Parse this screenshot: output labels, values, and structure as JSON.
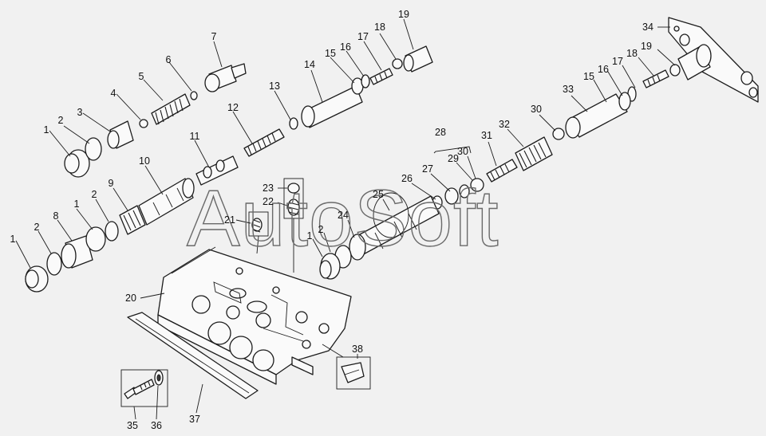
{
  "watermark": "AutoSoft",
  "part_numbers": [
    "1",
    "2",
    "3",
    "4",
    "5",
    "6",
    "7",
    "8",
    "9",
    "10",
    "11",
    "12",
    "13",
    "14",
    "15",
    "16",
    "17",
    "18",
    "19",
    "20",
    "21",
    "22",
    "23",
    "24",
    "25",
    "26",
    "27",
    "28",
    "29",
    "30",
    "31",
    "32",
    "33",
    "34",
    "35",
    "36",
    "37",
    "38"
  ],
  "callouts": {
    "top_left": [
      "1",
      "2",
      "3",
      "4",
      "5",
      "6",
      "7"
    ],
    "mid_left": [
      "1",
      "2",
      "8",
      "1",
      "2",
      "9",
      "10",
      "11",
      "12"
    ],
    "top_center": [
      "13",
      "14",
      "15",
      "16",
      "17",
      "18",
      "19"
    ],
    "top_right": [
      "34",
      "19",
      "18",
      "17",
      "16",
      "15",
      "33",
      "30",
      "32",
      "31",
      "28",
      "29",
      "30",
      "27",
      "26",
      "25",
      "24",
      "2",
      "1"
    ],
    "center": [
      "23",
      "22",
      "21",
      "20"
    ],
    "bottom": [
      "35",
      "36",
      "37",
      "38"
    ]
  }
}
